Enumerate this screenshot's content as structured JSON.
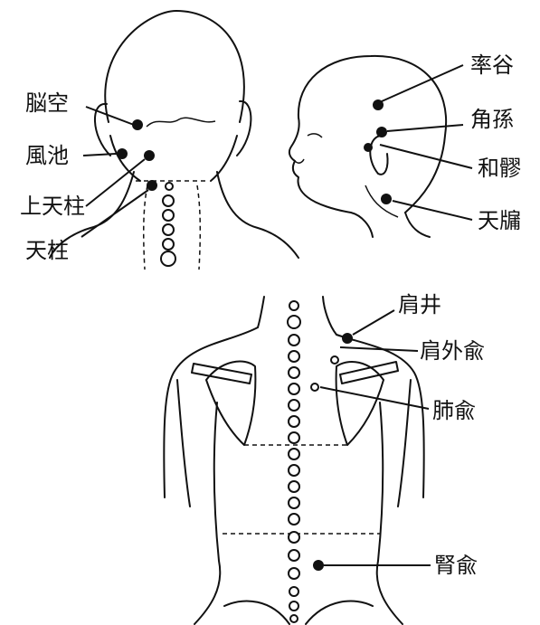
{
  "labels": {
    "naokong": "脳空",
    "fengchi": "風池",
    "shang_tianzhu": "上天柱",
    "tianzhu": "天柱",
    "shuaigu": "率谷",
    "jiaosun": "角孫",
    "heliao": "和髎",
    "tianyou": "天牖",
    "jianjing": "肩井",
    "jianwaishu": "肩外兪",
    "feishu": "肺兪",
    "shenshu": "腎兪"
  }
}
